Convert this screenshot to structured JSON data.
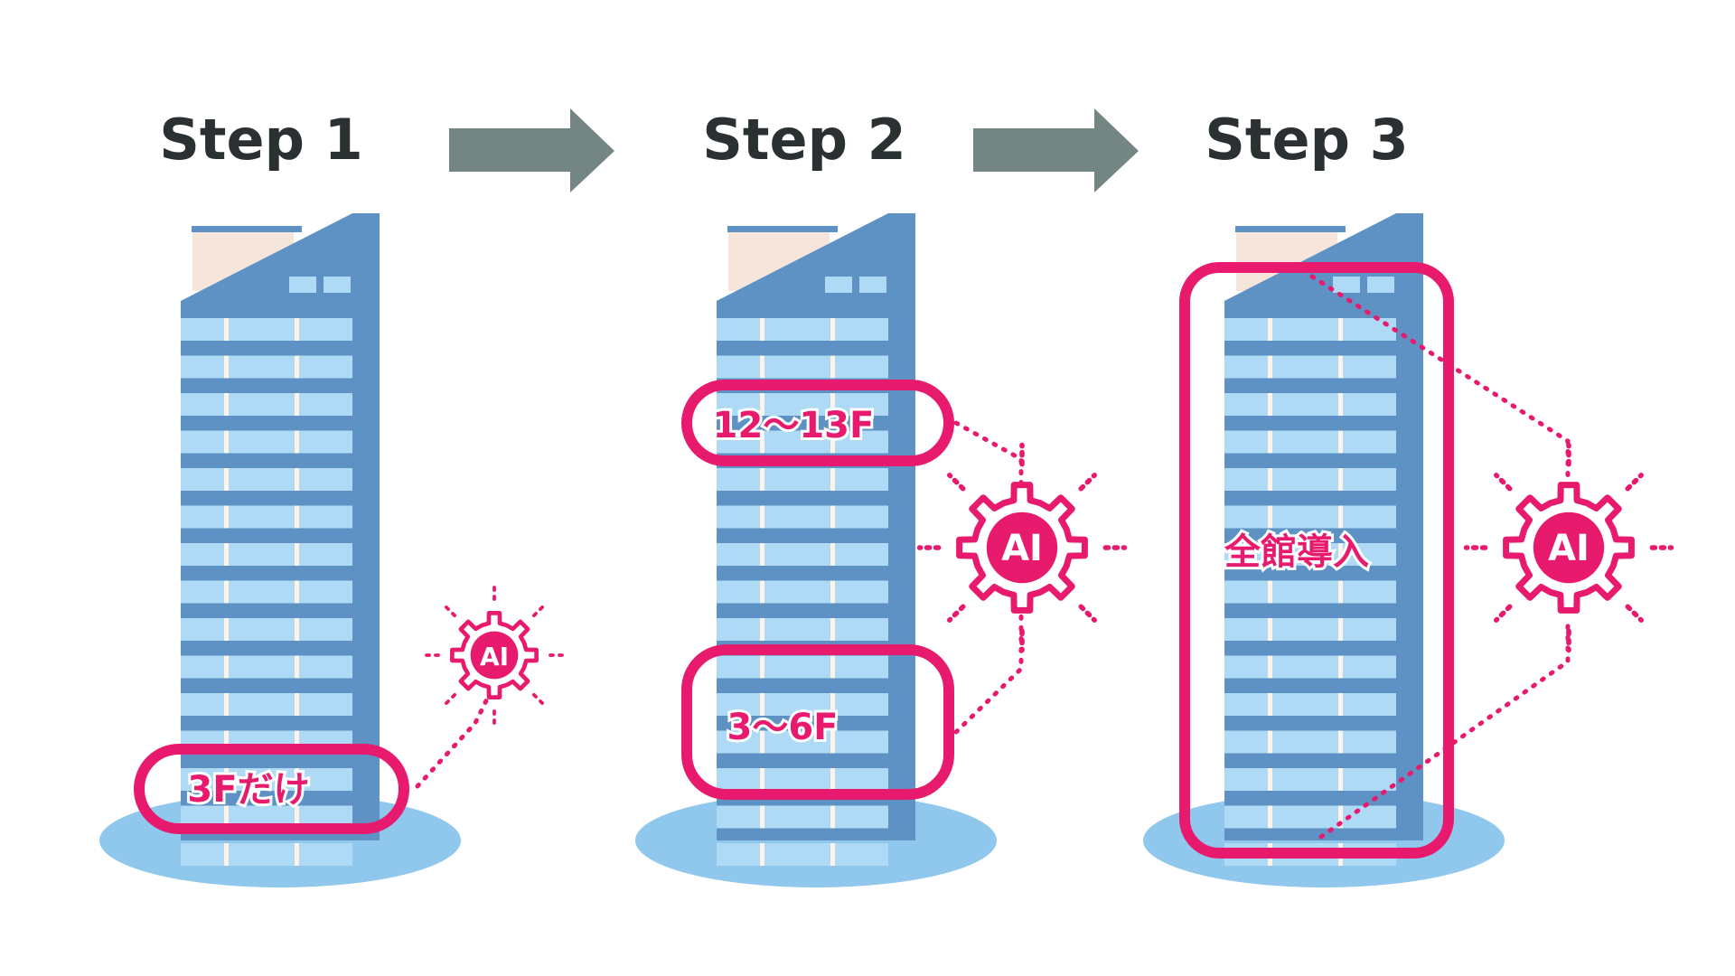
{
  "steps": [
    {
      "title": "Step 1",
      "labels": [
        "3Fだけ"
      ],
      "ai_badge": "AI"
    },
    {
      "title": "Step 2",
      "labels": [
        "12～13F",
        "3～6F"
      ],
      "ai_badge": "AI"
    },
    {
      "title": "Step 3",
      "labels": [
        "全館導入"
      ],
      "ai_badge": "AI"
    }
  ],
  "colors": {
    "heading": "#2b3133",
    "arrow": "#748683",
    "highlight": "#e81a6e",
    "building_dark": "#5f92c4",
    "window": "#aedaf5",
    "window_divider": "#fdf3e8",
    "roof_panel": "#f6e5db",
    "ground": "#8fc8ec"
  },
  "icons": {
    "arrow": "arrow-right-icon",
    "ai": "ai-gear-icon"
  }
}
